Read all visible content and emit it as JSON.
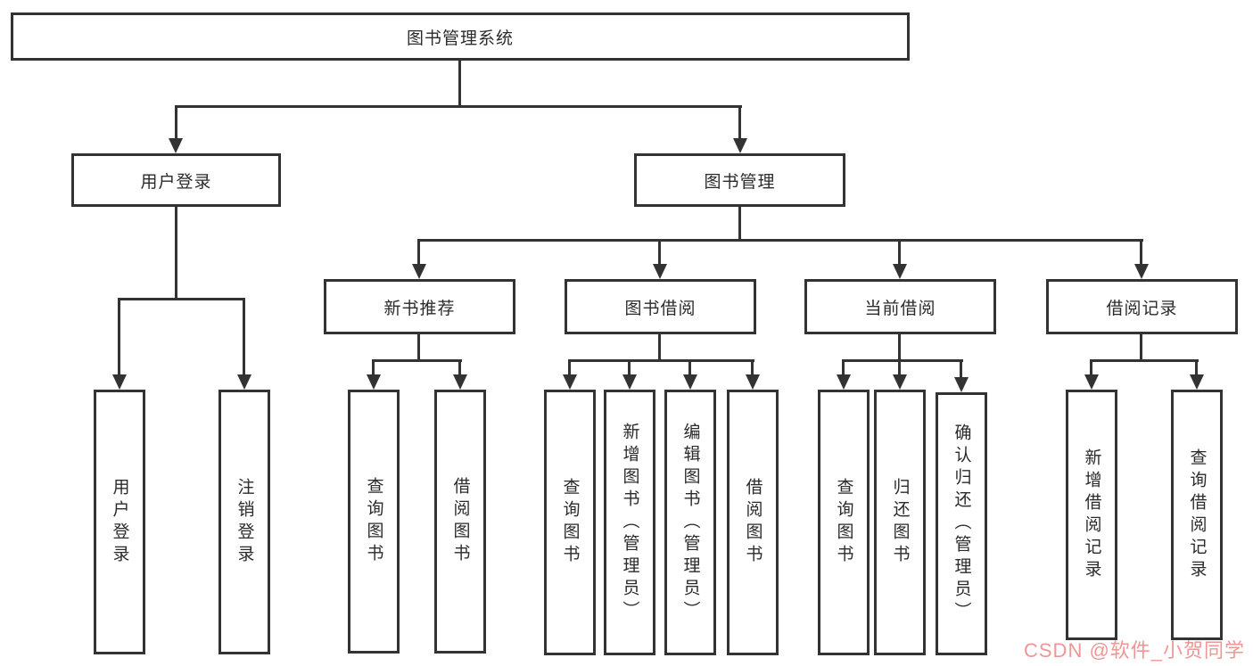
{
  "tree": {
    "root": {
      "label": "图书管理系统",
      "children": [
        {
          "label": "用户登录",
          "children": [
            {
              "label": "用户登录"
            },
            {
              "label": "注销登录"
            }
          ]
        },
        {
          "label": "图书管理",
          "children": [
            {
              "label": "新书推荐",
              "children": [
                {
                  "label": "查询图书"
                },
                {
                  "label": "借阅图书"
                }
              ]
            },
            {
              "label": "图书借阅",
              "children": [
                {
                  "label": "查询图书"
                },
                {
                  "label": "新增图书（管理员）"
                },
                {
                  "label": "编辑图书（管理员）"
                },
                {
                  "label": "借阅图书"
                }
              ]
            },
            {
              "label": "当前借阅",
              "children": [
                {
                  "label": "查询图书"
                },
                {
                  "label": "归还图书"
                },
                {
                  "label": "确认归还（管理员）"
                }
              ]
            },
            {
              "label": "借阅记录",
              "children": [
                {
                  "label": "新增借阅记录"
                },
                {
                  "label": "查询借阅记录"
                }
              ]
            }
          ]
        }
      ]
    }
  },
  "watermark": {
    "text": "CSDN @软件_小贺同学",
    "color": "#ef9696"
  },
  "colors": {
    "line": "#333333",
    "box_border": "#333333",
    "text": "#2b2b2b",
    "background": "#ffffff"
  }
}
